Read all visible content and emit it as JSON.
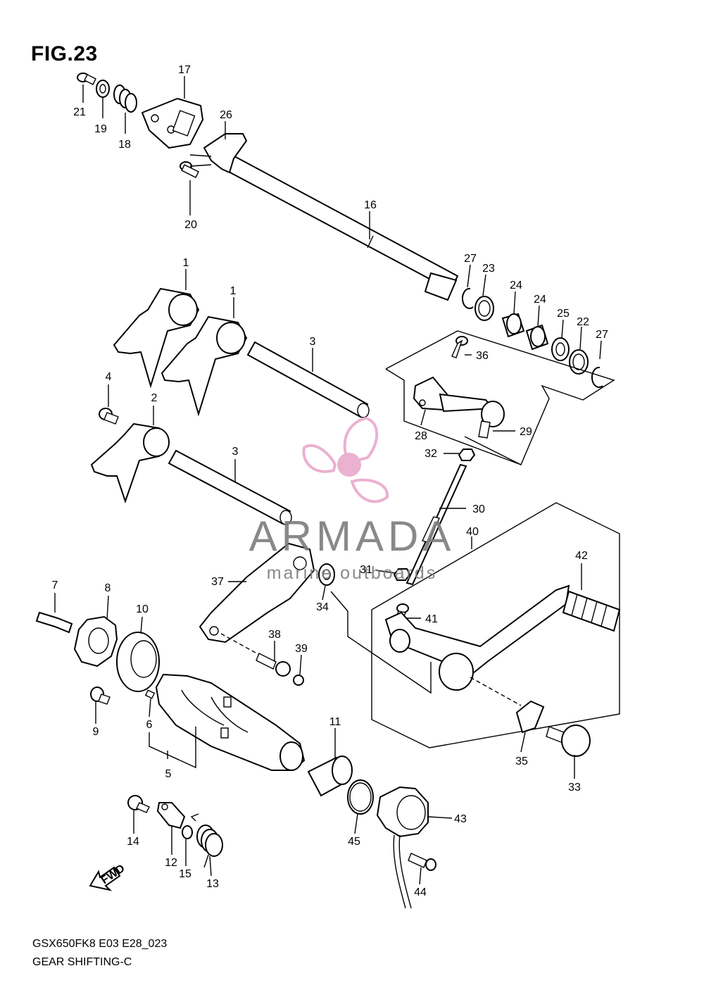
{
  "header": {
    "figure_label": "FIG.23"
  },
  "footer": {
    "model_code": "GSX650FK8 E03 E28_023",
    "caption": "GEAR SHIFTING-C"
  },
  "watermark": {
    "brand": "ARMADA",
    "tagline": "marine outboards",
    "accent": "#e9a9cd",
    "text_color": "#7d7d7d"
  },
  "fwd_arrow": {
    "label": "FWD"
  },
  "callouts": [
    {
      "id": "c-17",
      "label": "17"
    },
    {
      "id": "c-21",
      "label": "21"
    },
    {
      "id": "c-19",
      "label": "19"
    },
    {
      "id": "c-18",
      "label": "18"
    },
    {
      "id": "c-26",
      "label": "26"
    },
    {
      "id": "c-20",
      "label": "20"
    },
    {
      "id": "c-16",
      "label": "16"
    },
    {
      "id": "c-27a",
      "label": "27"
    },
    {
      "id": "c-23",
      "label": "23"
    },
    {
      "id": "c-24a",
      "label": "24"
    },
    {
      "id": "c-24b",
      "label": "24"
    },
    {
      "id": "c-25",
      "label": "25"
    },
    {
      "id": "c-22",
      "label": "22"
    },
    {
      "id": "c-27b",
      "label": "27"
    },
    {
      "id": "c-1a",
      "label": "1"
    },
    {
      "id": "c-1b",
      "label": "1"
    },
    {
      "id": "c-3a",
      "label": "3"
    },
    {
      "id": "c-36",
      "label": "36"
    },
    {
      "id": "c-4",
      "label": "4"
    },
    {
      "id": "c-2",
      "label": "2"
    },
    {
      "id": "c-28",
      "label": "28"
    },
    {
      "id": "c-29",
      "label": "29"
    },
    {
      "id": "c-32",
      "label": "32"
    },
    {
      "id": "c-3b",
      "label": "3"
    },
    {
      "id": "c-30",
      "label": "30"
    },
    {
      "id": "c-40",
      "label": "40"
    },
    {
      "id": "c-42",
      "label": "42"
    },
    {
      "id": "c-31",
      "label": "31"
    },
    {
      "id": "c-37",
      "label": "37"
    },
    {
      "id": "c-7",
      "label": "7"
    },
    {
      "id": "c-8",
      "label": "8"
    },
    {
      "id": "c-34",
      "label": "34"
    },
    {
      "id": "c-41",
      "label": "41"
    },
    {
      "id": "c-10",
      "label": "10"
    },
    {
      "id": "c-38",
      "label": "38"
    },
    {
      "id": "c-39",
      "label": "39"
    },
    {
      "id": "c-9",
      "label": "9"
    },
    {
      "id": "c-6",
      "label": "6"
    },
    {
      "id": "c-11",
      "label": "11"
    },
    {
      "id": "c-35",
      "label": "35"
    },
    {
      "id": "c-33",
      "label": "33"
    },
    {
      "id": "c-5",
      "label": "5"
    },
    {
      "id": "c-43",
      "label": "43"
    },
    {
      "id": "c-14",
      "label": "14"
    },
    {
      "id": "c-12",
      "label": "12"
    },
    {
      "id": "c-15",
      "label": "15"
    },
    {
      "id": "c-45",
      "label": "45"
    },
    {
      "id": "c-13",
      "label": "13"
    },
    {
      "id": "c-44",
      "label": "44"
    }
  ]
}
